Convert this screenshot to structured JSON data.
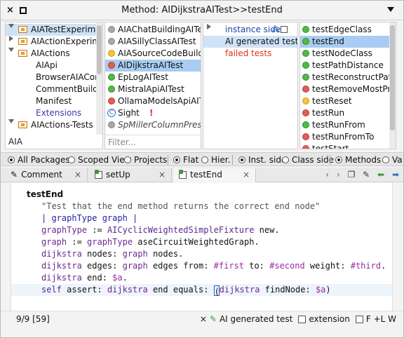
{
  "window": {
    "title": "Method: AIDijkstraAITest>>testEnd"
  },
  "packages": {
    "items": [
      {
        "label": "AIATestExperiments",
        "expand": "down",
        "selected": true
      },
      {
        "label": "AIActionExperiment",
        "expand": "right",
        "selected": false
      },
      {
        "label": "AIActions",
        "expand": "down",
        "selected": false
      },
      {
        "label": "AIApi",
        "child": true
      },
      {
        "label": "BrowserAIAComm",
        "child": true
      },
      {
        "label": "CommentBuilder",
        "child": true
      },
      {
        "label": "Manifest",
        "child": true
      },
      {
        "label": "Extensions",
        "child": true,
        "extension": true
      },
      {
        "label": "AIActions-Tests",
        "expand": "down",
        "selected": false
      }
    ],
    "filter_value": "AIA"
  },
  "classes": {
    "items": [
      {
        "label": "AIAChatBuildingAITes",
        "status": "gray"
      },
      {
        "label": "AIASillyClassAITest",
        "status": "gray"
      },
      {
        "label": "AIASourceCodeBuilde",
        "status": "yellow"
      },
      {
        "label": "AIDijkstraAITest",
        "status": "red",
        "selected": true
      },
      {
        "label": "EpLogAITest",
        "status": "green"
      },
      {
        "label": "MistralApiAITest",
        "status": "green"
      },
      {
        "label": "OllamaModelsApiAITe",
        "status": "red"
      },
      {
        "label": "Sight",
        "status": "class",
        "warning": "!"
      },
      {
        "label": "SpMillerColumnPrese",
        "status": "gray",
        "italic": true
      }
    ],
    "filter_placeholder": "Filter..."
  },
  "protocols": {
    "items": [
      {
        "label": "instance side",
        "kind": "instance"
      },
      {
        "label": "AI generated test",
        "kind": "selected"
      },
      {
        "label": "failed tests",
        "kind": "failed"
      }
    ]
  },
  "methods": {
    "items": [
      {
        "label": "testEdgeClass",
        "status": "green"
      },
      {
        "label": "testEnd",
        "status": "green",
        "selected": true
      },
      {
        "label": "testNodeClass",
        "status": "green"
      },
      {
        "label": "testPathDistance",
        "status": "green"
      },
      {
        "label": "testReconstructPath",
        "status": "green"
      },
      {
        "label": "testRemoveMostPromis",
        "status": "red"
      },
      {
        "label": "testReset",
        "status": "yellow"
      },
      {
        "label": "testRun",
        "status": "red"
      },
      {
        "label": "testRunFrom",
        "status": "green"
      },
      {
        "label": "testRunFromTo",
        "status": "red"
      },
      {
        "label": "testStart",
        "status": "red"
      }
    ]
  },
  "options": {
    "all_packages": "All Packages",
    "scoped_view": "Scoped View",
    "projects": "Projects",
    "flat": "Flat",
    "hier": "Hier.",
    "inst_side": "Inst. side",
    "class_side": "Class side",
    "methods": "Methods",
    "vars": "Va"
  },
  "tabs": [
    {
      "label": "Comment",
      "close": "×"
    },
    {
      "label": "setUp",
      "close": "×"
    },
    {
      "label": "testEnd",
      "close": "×"
    }
  ],
  "tab_tools": {
    "back": "‹",
    "forward": "›",
    "copy": "❐",
    "edit": "✎",
    "left": "⬅",
    "right": "➡"
  },
  "code": {
    "selector": "testEnd",
    "comment": "\"Test that the end method returns the correct end node\"",
    "temps": "| graphType graph |",
    "line3_a": "graphType",
    "line3_b": " := ",
    "line3_c": "AICyclicWeightedSimpleFixture",
    "line3_d": " new.",
    "line4_a": "graph",
    "line4_b": " := ",
    "line4_c": "graphType",
    "line4_d": " aseCircuitWeightedGraph.",
    "line5_a": "dijkstra",
    "line5_b": " nodes: ",
    "line5_c": "graph",
    "line5_d": " nodes.",
    "line6_a": "dijkstra",
    "line6_b": " edges: ",
    "line6_c": "graph",
    "line6_d": " edges from: ",
    "line6_e": "#first",
    "line6_f": " to: ",
    "line6_g": "#second",
    "line6_h": " weight: ",
    "line6_i": "#third",
    "line6_j": ".",
    "line7_a": "dijkstra",
    "line7_b": " end: ",
    "line7_c": "$a",
    "line7_d": ".",
    "line8_a": "self",
    "line8_b": " assert: ",
    "line8_c": "dijkstra",
    "line8_d": " end equals: ",
    "line8_e": "(",
    "line8_f": "dijkstra",
    "line8_g": " findNode: ",
    "line8_h": "$a",
    "line8_i": ")"
  },
  "status": {
    "position": "9/9 [59]",
    "clear": "×",
    "protocol": "AI generated test",
    "extension": "extension",
    "flags": "F  +L  W"
  }
}
